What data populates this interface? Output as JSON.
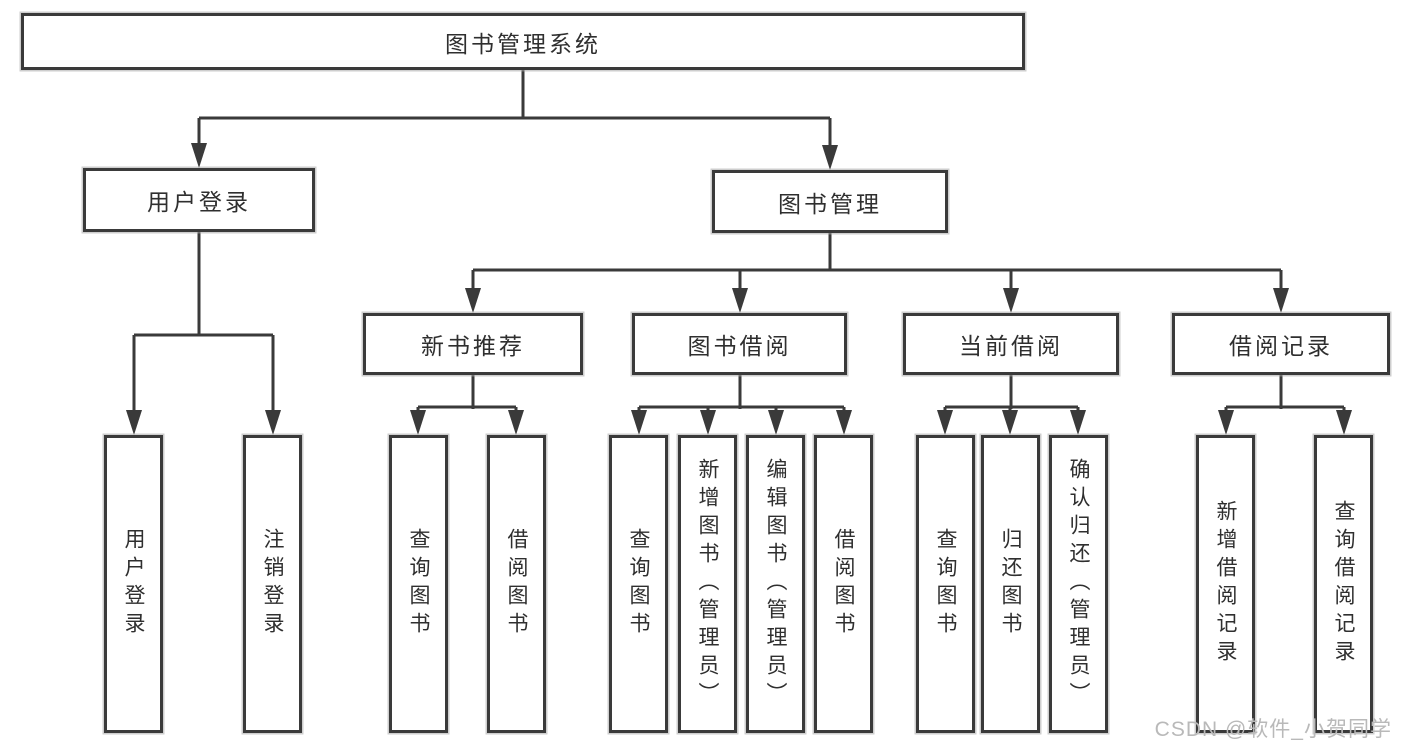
{
  "diagram": {
    "colors": {
      "line": "#3a3a3a",
      "box_border": "#3a3a3a",
      "text": "#2f2f2f",
      "watermark_text": "#b9b9b9",
      "background": "#ffffff"
    },
    "watermark": "CSDN @软件_小贺同学",
    "nodes": {
      "root": {
        "label": "图书管理系统"
      },
      "user_login": {
        "label": "用户登录",
        "children": [
          "用户登录",
          "注销登录"
        ]
      },
      "book_mgmt": {
        "label": "图书管理"
      },
      "new_books": {
        "label": "新书推荐",
        "children": [
          "查询图书",
          "借阅图书"
        ]
      },
      "book_borrow": {
        "label": "图书借阅",
        "children": [
          "查询图书",
          "新增图书（管理员）",
          "编辑图书（管理员）",
          "借阅图书"
        ]
      },
      "current_borrow": {
        "label": "当前借阅",
        "children": [
          "查询图书",
          "归还图书",
          "确认归还（管理员）"
        ]
      },
      "borrow_records": {
        "label": "借阅记录",
        "children": [
          "新增借阅记录",
          "查询借阅记录"
        ]
      }
    }
  }
}
